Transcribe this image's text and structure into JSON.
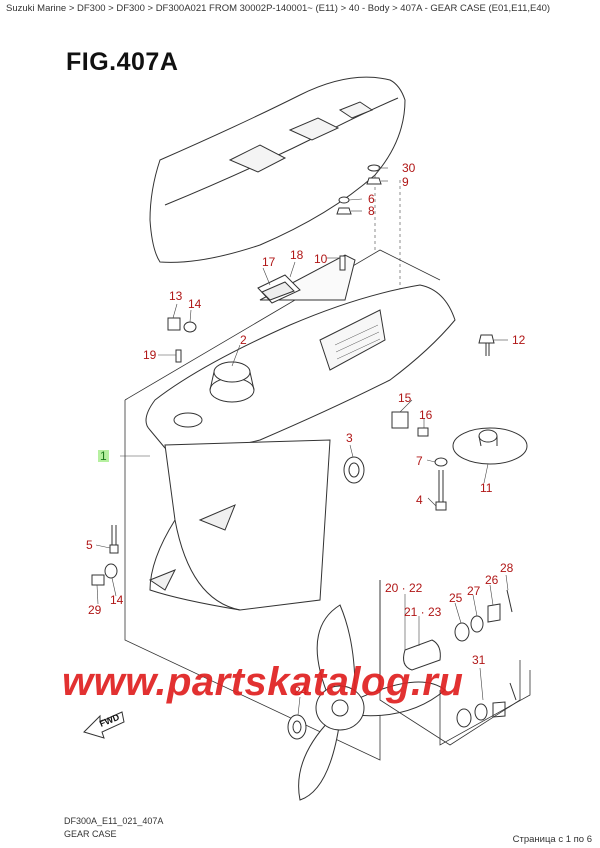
{
  "breadcrumb": "Suzuki Marine > DF300 > DF300 > DF300A021 FROM 30002P-140001~ (E11) > 40 - Body > 407A - GEAR CASE (E01,E11,E40)",
  "figure_title": "FIG.407A",
  "callouts": {
    "c1": "1",
    "c2": "2",
    "c3": "3",
    "c4": "4",
    "c5": "5",
    "c6": "6",
    "c7": "7",
    "c8": "8",
    "c9": "9",
    "c10": "10",
    "c11": "11",
    "c12": "12",
    "c13": "13",
    "c14a": "14",
    "c14b": "14",
    "c15": "15",
    "c16": "16",
    "c17": "17",
    "c18": "18",
    "c19": "19",
    "c20_22": "20 · 22",
    "c21_23": "21 · 23",
    "c24": "24",
    "c25": "25",
    "c26": "26",
    "c27": "27",
    "c28": "28",
    "c29": "29",
    "c30": "30",
    "c31": "31"
  },
  "fwd_label": "FWD",
  "watermark": "www.partskatalog.ru",
  "footer": {
    "code": "DF300A_E11_021_407A",
    "part_name": "GEAR CASE",
    "page": "Страница с 1 по 6"
  }
}
